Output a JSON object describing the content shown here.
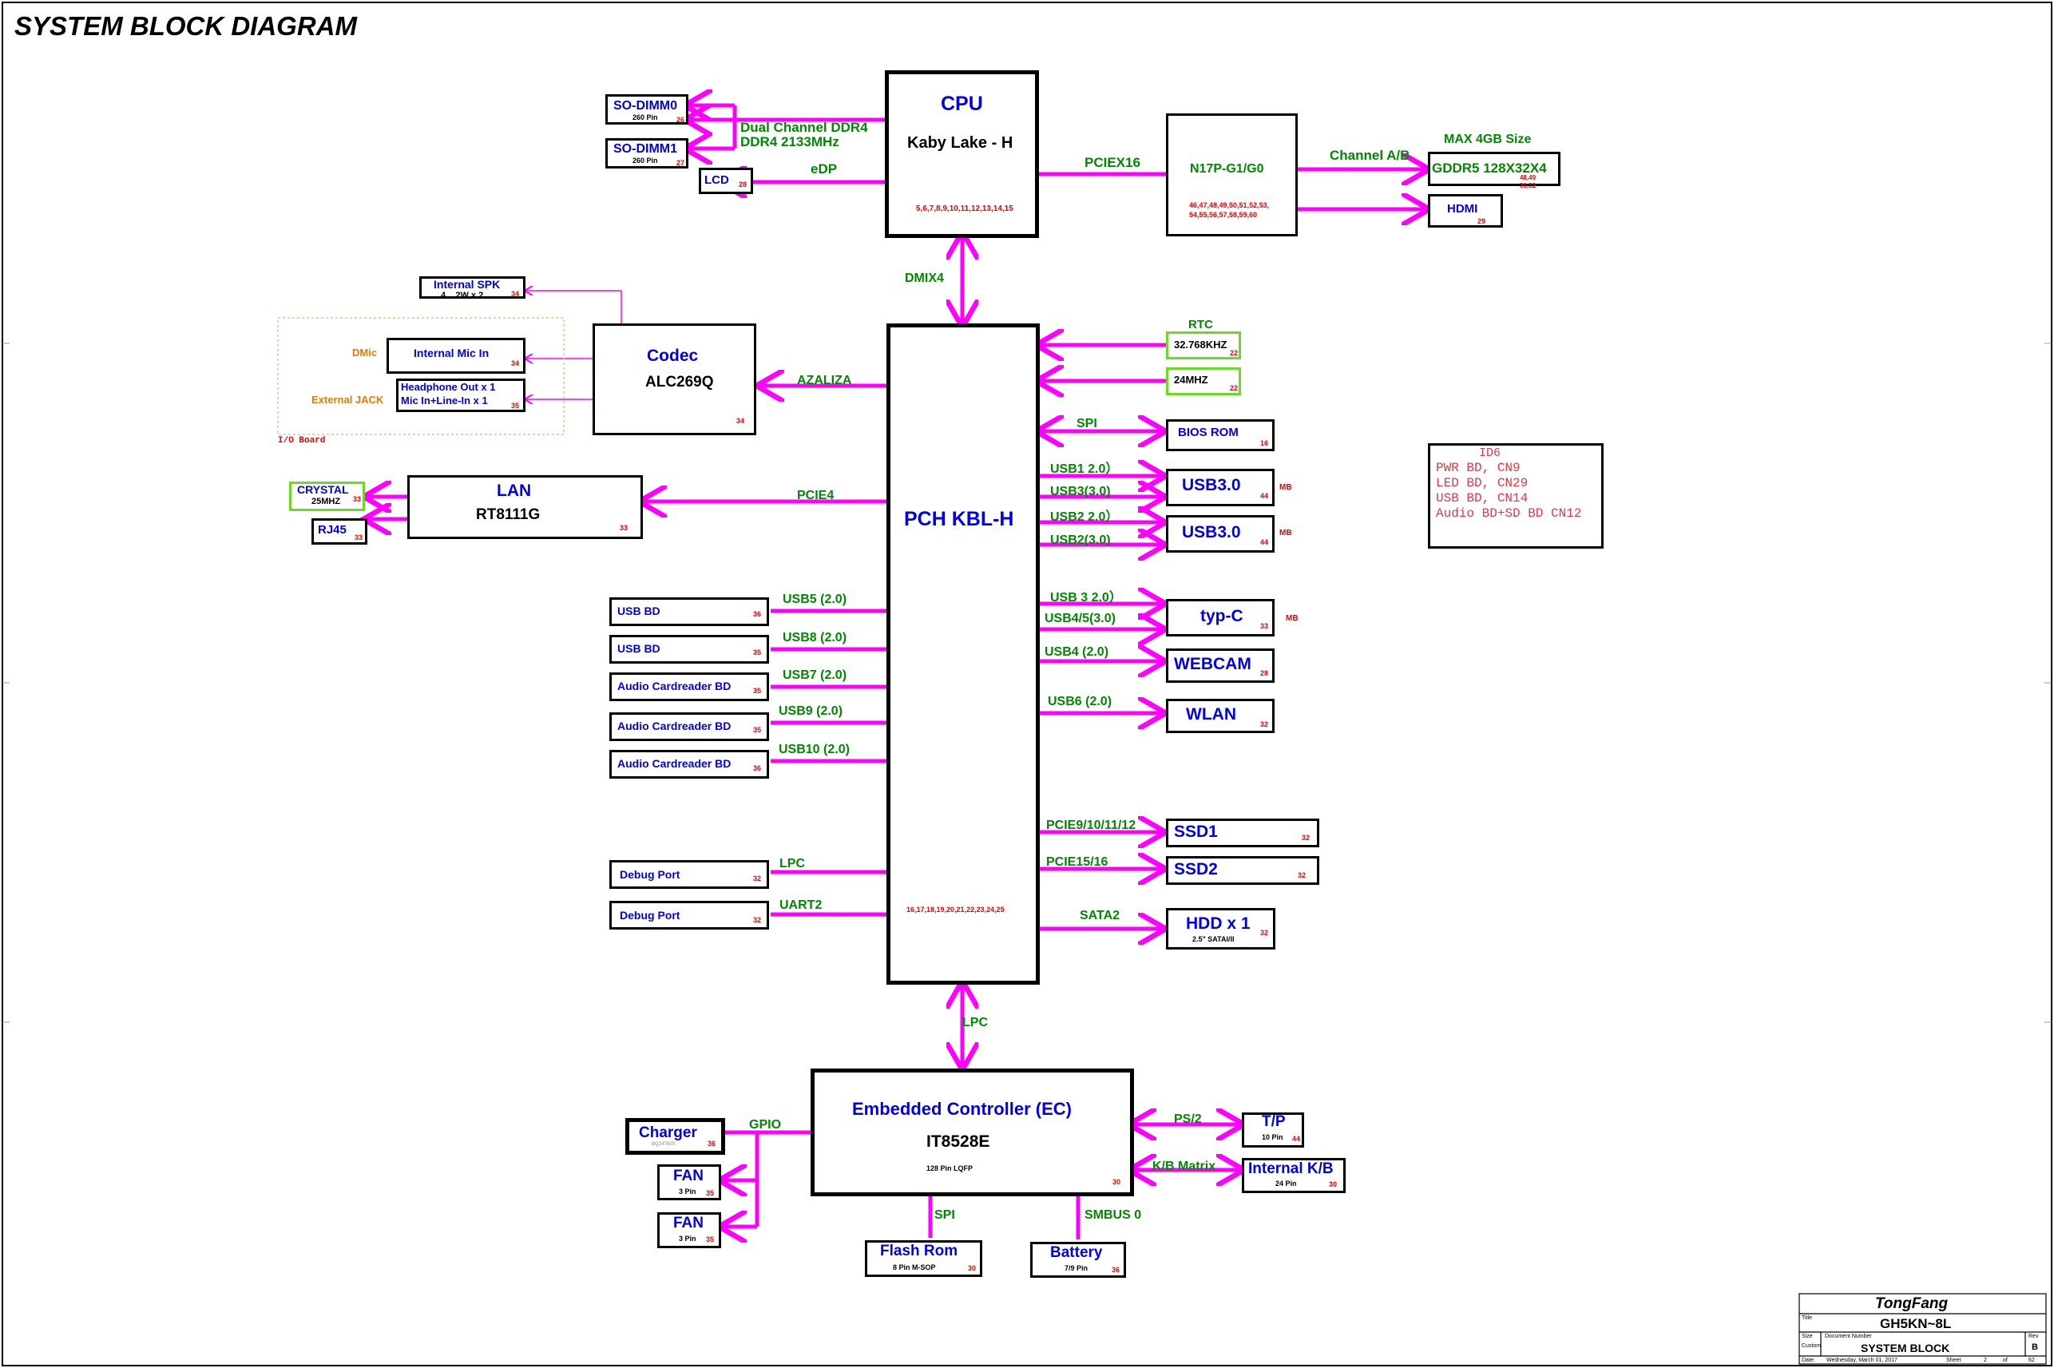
{
  "title": "SYSTEM BLOCK DIAGRAM",
  "colors": {
    "bus": "#ff00ff",
    "label": "#008800",
    "block": "#0000ee",
    "page": "#ee0000"
  },
  "cpu": {
    "name": "CPU",
    "model": "Kaby Lake - H",
    "pages": "5,6,7,8,9,10,11,12,13,14,15"
  },
  "gpu": {
    "name": "N17P-G1/G0",
    "pages1": "46,47,48,49,50,51,52,53,",
    "pages2": "54,55,56,57,58,59,60"
  },
  "pch": {
    "name": "PCH KBL-H",
    "pages": "16,17,18,19,20,21,22,23,24,25"
  },
  "codec": {
    "name": "Codec",
    "model": "ALC269Q",
    "page": "34"
  },
  "lan": {
    "name": "LAN",
    "model": "RT8111G",
    "page": "33"
  },
  "ec": {
    "name": "Embedded Controller (EC)",
    "model": "IT8528E",
    "pkg": "128 Pin LQFP",
    "page": "30"
  },
  "memory": {
    "dimm0": {
      "name": "SO-DIMM0",
      "sub": "260 Pin",
      "page": "26"
    },
    "dimm1": {
      "name": "SO-DIMM1",
      "sub": "260 Pin",
      "page": "27"
    },
    "bus1": "Dual Channel DDR4",
    "bus2": "DDR4 2133MHz"
  },
  "lcd": {
    "name": "LCD",
    "page": "28",
    "bus": "eDP"
  },
  "pciex16": "PCIEX16",
  "channel_ab": "Channel A/B",
  "gddr": {
    "size": "MAX 4GB Size",
    "name": "GDDR5 128X32X4",
    "page1": "48,49",
    "page2": "31,32"
  },
  "hdmi": {
    "name": "HDMI",
    "page": "29"
  },
  "dmi": "DMIX4",
  "speaker": {
    "name": "Internal SPK",
    "sub": "4    2W x 2",
    "page": "34"
  },
  "io_board": {
    "dmic": "DMic",
    "mic": "Internal Mic In",
    "mic_page": "34",
    "jack": "External JACK",
    "hp1": "Headphone Out x 1",
    "hp2": "Mic In+Line-In x 1",
    "hp_page": "35",
    "label": "I/O Board"
  },
  "azalia": "AZALIZA",
  "crystal": {
    "name": "CRYSTAL",
    "freq": "25MHZ",
    "page": "33"
  },
  "rj45": {
    "name": "RJ45",
    "page": "33"
  },
  "pcie4": "PCIE4",
  "rtc": {
    "label": "RTC",
    "freq": "32.768KHZ",
    "page": "22"
  },
  "xtal24": {
    "freq": "24MHZ",
    "page": "22"
  },
  "spi": "SPI",
  "bios": {
    "name": "BIOS ROM",
    "page": "16"
  },
  "right_usb": {
    "u1": "USB1   2.0）",
    "u1b": "USB3(3.0)",
    "usb30a": "USB3.0",
    "page_a": "44",
    "mb_a": "MB",
    "u2": "USB2   2.0）",
    "u2b": "USB2(3.0)",
    "usb30b": "USB3.0",
    "page_b": "44",
    "mb_b": "MB",
    "u3": "USB 3    2.0）",
    "u3b": "USB4/5(3.0)",
    "typec": "typ-C",
    "page_c": "33",
    "mb_c": "MB",
    "u4": "USB4 (2.0)",
    "webcam": "WEBCAM",
    "page_w": "28",
    "u6": "USB6 (2.0)",
    "wlan": "WLAN",
    "page_wl": "32"
  },
  "id6": {
    "title": "ID6",
    "lines": [
      "PWR BD, CN9",
      "LED BD, CN29",
      "USB BD, CN14",
      "Audio BD+SD BD CN12"
    ]
  },
  "left_usb": [
    {
      "name": "USB BD",
      "bus": "USB5 (2.0)",
      "page": "36"
    },
    {
      "name": "USB BD",
      "bus": "USB8 (2.0)",
      "page": "35"
    },
    {
      "name": "Audio Cardreader BD",
      "bus": "USB7 (2.0)",
      "page": "35"
    },
    {
      "name": "Audio Cardreader BD",
      "bus": "USB9 (2.0)",
      "page": "35"
    },
    {
      "name": "Audio Cardreader BD",
      "bus": "USB10 (2.0)",
      "page": "36"
    }
  ],
  "debug": [
    {
      "name": "Debug Port",
      "bus": "LPC",
      "page": "32"
    },
    {
      "name": "Debug Port",
      "bus": "UART2",
      "page": "32"
    }
  ],
  "storage": {
    "ssd1": {
      "name": "SSD1",
      "bus": "PCIE9/10/11/12",
      "page": "32"
    },
    "ssd2": {
      "name": "SSD2",
      "bus": "PCIE15/16",
      "page": "32"
    },
    "hdd": {
      "name": "HDD x 1",
      "sub": "2.5\" SATAI/II",
      "bus": "SATA2",
      "page": "32"
    }
  },
  "lpc": "LPC",
  "charger": {
    "name": "Charger",
    "sub": "BQ24780S",
    "page": "36",
    "bus": "GPIO"
  },
  "fan1": {
    "name": "FAN",
    "sub": "3 Pin",
    "page": "35"
  },
  "fan2": {
    "name": "FAN",
    "sub": "3 Pin",
    "page": "35"
  },
  "flash": {
    "name": "Flash Rom",
    "sub": "8 Pin M-SOP",
    "page": "30",
    "bus": "SPI"
  },
  "battery": {
    "name": "Battery",
    "sub": "7/9 Pin",
    "page": "36",
    "bus": "SMBUS 0"
  },
  "tp": {
    "name": "T/P",
    "sub": "10 Pin",
    "page": "44",
    "bus": "PS/2"
  },
  "kb": {
    "name": "Internal K/B",
    "sub": "24 Pin",
    "page": "30",
    "bus": "K/B Matrix"
  },
  "titleblock": {
    "company": "TongFang",
    "title_lbl": "Title",
    "title": "GH5KN~8L",
    "size_lbl": "Size",
    "size": "Custom",
    "doc_lbl": "Document Number",
    "doc": "SYSTEM BLOCK",
    "rev_lbl": "Rev",
    "rev": "B",
    "date_lbl": "Date:",
    "date": "Wednesday, March 01, 2017",
    "sheet_lbl": "Sheet",
    "sheet": "2",
    "of_lbl": "of",
    "total": "62"
  }
}
